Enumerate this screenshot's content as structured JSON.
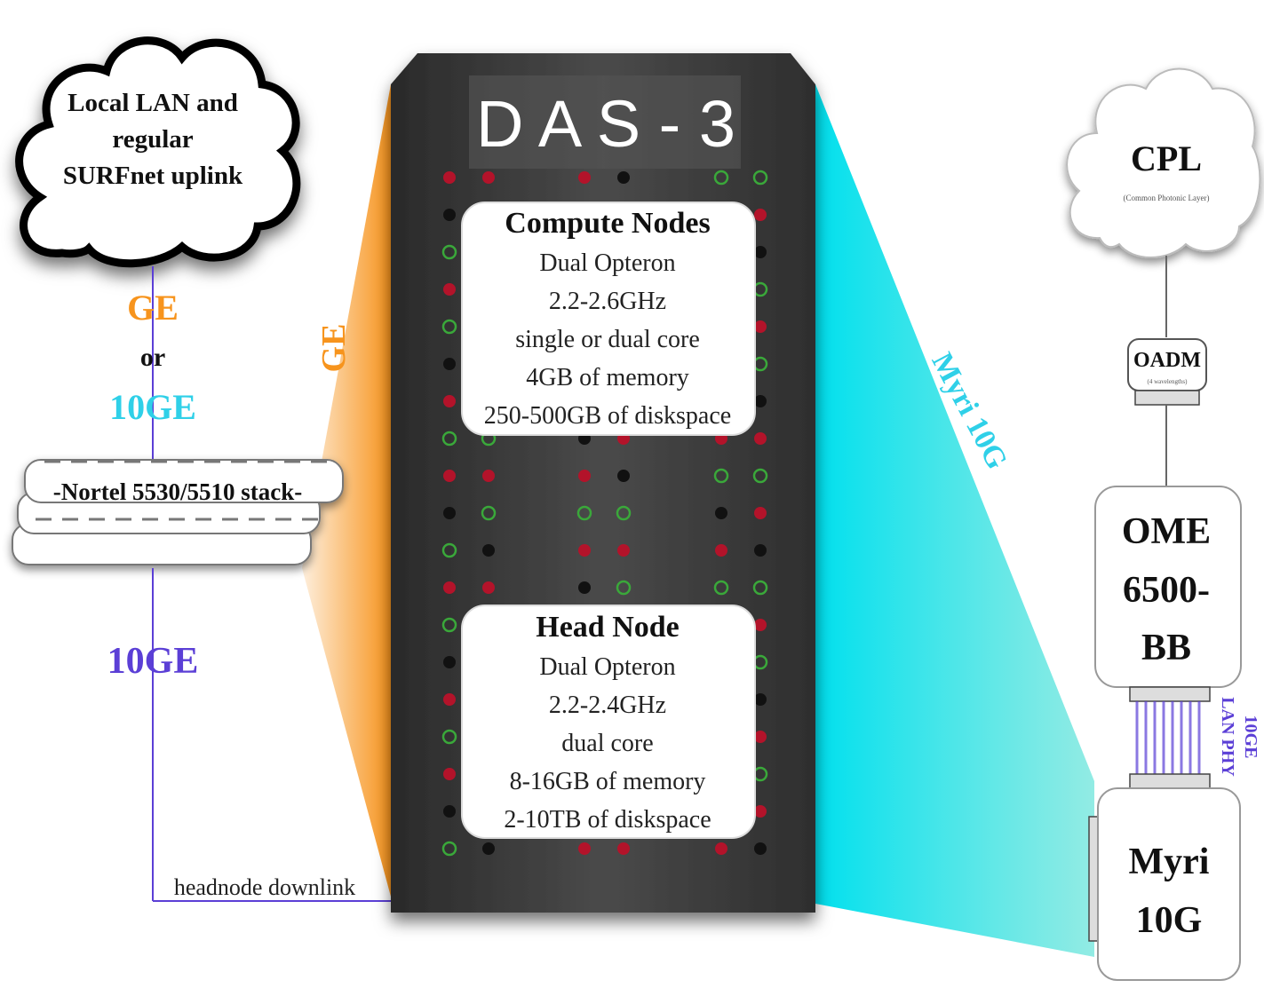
{
  "colors": {
    "ge": "#f7941d",
    "tenge": "#2fd0e8",
    "purple": "#5b3fd6",
    "myri": "#1fd6dc",
    "rack": "#3d3d3d",
    "led_red": "#b3132a",
    "led_green": "#3aa83a",
    "led_black": "#111111"
  },
  "lan_cloud": {
    "lines": [
      "Local LAN and",
      "regular",
      "SURFnet uplink"
    ]
  },
  "uplink": {
    "ge": "GE",
    "or": "or",
    "tenge": "10GE"
  },
  "switch": {
    "label": "-Nortel 5530/5510 stack-"
  },
  "downlink": {
    "speed": "10GE",
    "label": "headnode downlink"
  },
  "ge_fan": {
    "label": "GE"
  },
  "rack": {
    "title": "D A S - 3"
  },
  "compute_nodes": {
    "title": "Compute Nodes",
    "lines": [
      "Dual Opteron",
      "2.2-2.6GHz",
      "single or dual core",
      "4GB of memory",
      "250-500GB of diskspace"
    ]
  },
  "head_node": {
    "title": "Head Node",
    "lines": [
      "Dual Opteron",
      "2.2-2.4GHz",
      "dual core",
      "8-16GB of memory",
      "2-10TB of diskspace"
    ]
  },
  "myri_fan": {
    "label": "Myri 10G"
  },
  "cpl_cloud": {
    "title": "CPL",
    "subtitle": "(Common Photonic Layer)"
  },
  "oadm": {
    "label": "OADM",
    "sublabel": "(4 wavelengths)"
  },
  "ome": {
    "lines": [
      "OME",
      "6500-",
      "BB"
    ]
  },
  "lan_phy": {
    "label": "LAN PHY",
    "speed": "10GE"
  },
  "myri_box": {
    "lines": [
      "Myri",
      "10G"
    ]
  }
}
